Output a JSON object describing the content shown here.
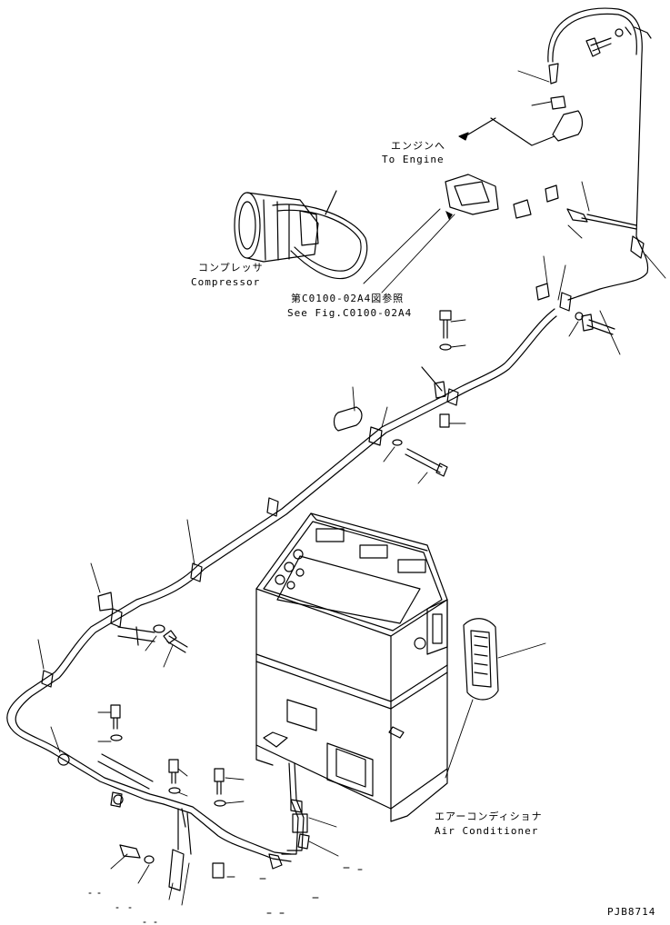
{
  "labels": {
    "engine_jp": "エンジンへ",
    "engine_en": "To Engine",
    "compressor_jp": "コンプレッサ",
    "compressor_en": "Compressor",
    "see_fig_jp": "第C0100-02A4図参照",
    "see_fig_en": "See Fig.C0100-02A4",
    "aircon_jp": "エアーコンディショナ",
    "aircon_en": "Air Conditioner",
    "drawing_code": "PJB8714"
  }
}
